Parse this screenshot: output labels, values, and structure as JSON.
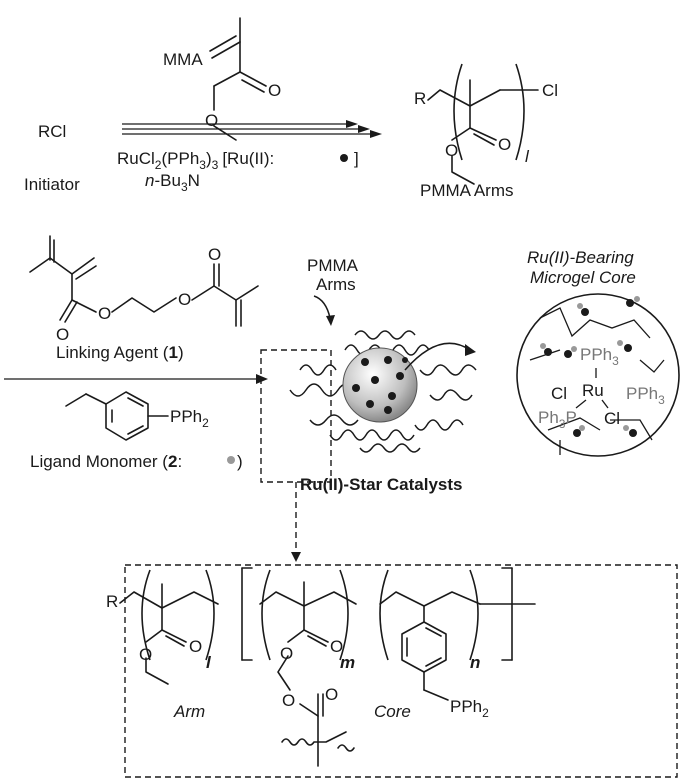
{
  "step1": {
    "monomer": "MMA",
    "initiator_formula": "RCl",
    "initiator_label": "Initiator",
    "catalyst_prefix": "RuCl",
    "catalyst_sub1": "2",
    "catalyst_mid": "(PPh",
    "catalyst_sub2": "3",
    "catalyst_after": ")",
    "catalyst_sub3": "3",
    "catalyst_note": "[Ru(II):",
    "catalyst_close": "]",
    "amine_italic": "n",
    "amine_rest": "-Bu",
    "amine_sub": "3",
    "amine_end": "N",
    "product_R": "R",
    "product_Cl": "Cl",
    "product_O": "O",
    "product_O2": "O",
    "product_index": "l",
    "product_label": "PMMA Arms"
  },
  "step2": {
    "linker_label_pre": "Linking Agent (",
    "linker_label_num": "1",
    "linker_label_post": ")",
    "linker_O": "O",
    "ligand_PPh": "PPh",
    "ligand_sub": "2",
    "ligand_label_pre": "Ligand Monomer (",
    "ligand_label_num": "2",
    "ligand_label_post": ":",
    "ligand_label_close": ")",
    "arms_label_1": "PMMA",
    "arms_label_2": "Arms",
    "star_label": "Ru(II)-Star Catalysts",
    "core_title_1": "Ru(II)-Bearing",
    "core_title_2": "Microgel Core",
    "core_pph3_top": "PPh",
    "core_sub": "3",
    "core_Cl_left": "Cl",
    "core_Ru": "Ru",
    "core_pph3_right": "PPh",
    "core_ph3p": "Ph",
    "core_ph3p_end": "P",
    "core_Cl_bottom": "Cl"
  },
  "structure": {
    "R": "R",
    "O": "O",
    "index_l": "l",
    "index_m": "m",
    "index_n": "n",
    "arm_label": "Arm",
    "core_label": "Core",
    "PPh": "PPh",
    "sub": "2"
  },
  "colors": {
    "ink": "#1a1a1a",
    "grey_text": "#777777",
    "ligand_dot": "#999999"
  }
}
